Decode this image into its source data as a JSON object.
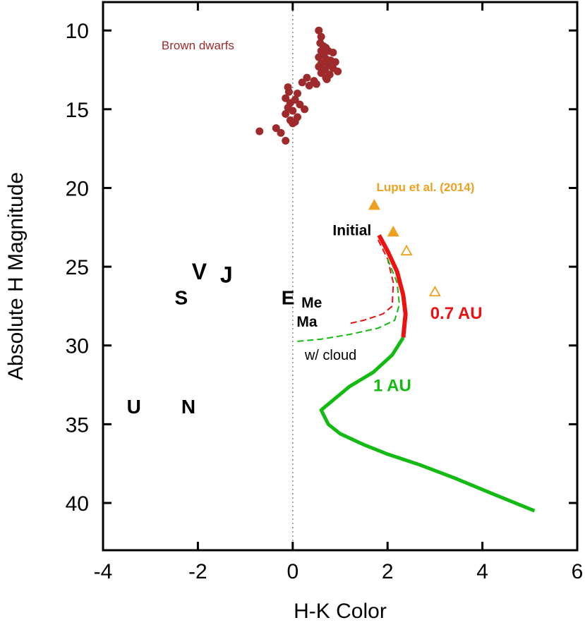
{
  "chart_data": {
    "type": "scatter",
    "xlabel": "H-K Color",
    "ylabel": "Absolute H Magnitude",
    "xlim": [
      -4,
      6
    ],
    "ylim": [
      43,
      8.2
    ],
    "y_inverted": true,
    "grid": false,
    "x_ticks": [
      -4,
      -2,
      0,
      2,
      4,
      6
    ],
    "y_ticks": [
      10,
      15,
      20,
      25,
      30,
      35,
      40
    ],
    "reference_line": {
      "x": 0,
      "style": "dotted",
      "color": "#888888"
    },
    "colors": {
      "brown_dwarfs": "#9e2a2b",
      "lupu": "#f0a020",
      "track_07": "#ee1111",
      "track_1": "#11bb11",
      "text": "#000000"
    },
    "series": [
      {
        "name": "Brown dwarfs",
        "kind": "points",
        "points": [
          [
            0.55,
            10.0
          ],
          [
            0.6,
            10.4
          ],
          [
            0.58,
            10.8
          ],
          [
            0.65,
            11.0
          ],
          [
            0.7,
            11.1
          ],
          [
            0.6,
            11.3
          ],
          [
            0.75,
            11.3
          ],
          [
            0.85,
            11.4
          ],
          [
            0.65,
            11.5
          ],
          [
            0.55,
            11.7
          ],
          [
            0.7,
            11.8
          ],
          [
            0.8,
            11.9
          ],
          [
            0.9,
            12.0
          ],
          [
            0.6,
            12.1
          ],
          [
            0.75,
            12.2
          ],
          [
            0.55,
            12.3
          ],
          [
            0.68,
            12.5
          ],
          [
            0.85,
            12.4
          ],
          [
            0.95,
            12.6
          ],
          [
            0.6,
            12.7
          ],
          [
            0.78,
            12.8
          ],
          [
            0.7,
            13.0
          ],
          [
            0.72,
            13.1
          ],
          [
            0.3,
            13.0
          ],
          [
            0.45,
            13.2
          ],
          [
            0.5,
            13.4
          ],
          [
            0.35,
            13.5
          ],
          [
            0.2,
            13.3
          ],
          [
            -0.1,
            13.6
          ],
          [
            -0.08,
            13.9
          ],
          [
            0.1,
            14.0
          ],
          [
            -0.15,
            14.3
          ],
          [
            0.05,
            14.4
          ],
          [
            -0.05,
            14.6
          ],
          [
            0.15,
            14.7
          ],
          [
            -0.1,
            14.9
          ],
          [
            0.0,
            15.1
          ],
          [
            0.25,
            15.0
          ],
          [
            -0.15,
            15.3
          ],
          [
            0.1,
            15.5
          ],
          [
            -0.05,
            15.7
          ],
          [
            0.05,
            15.8
          ],
          [
            0.0,
            15.9
          ],
          [
            -0.35,
            16.2
          ],
          [
            -0.25,
            16.5
          ],
          [
            -0.7,
            16.4
          ],
          [
            -0.15,
            17.0
          ]
        ]
      },
      {
        "name": "Lupu et al. (2014)",
        "kind": "triangles",
        "filled": [
          [
            1.72,
            21.1
          ],
          [
            2.12,
            22.8
          ]
        ],
        "open": [
          [
            2.4,
            24.0
          ],
          [
            3.0,
            26.6
          ]
        ]
      },
      {
        "name": "0.7 AU",
        "kind": "line",
        "style": "solid",
        "points": [
          [
            1.82,
            23.0
          ],
          [
            2.0,
            24.0
          ],
          [
            2.2,
            25.3
          ],
          [
            2.33,
            26.8
          ],
          [
            2.38,
            28.0
          ],
          [
            2.33,
            29.5
          ]
        ]
      },
      {
        "name": "1 AU",
        "kind": "line",
        "style": "solid",
        "points": [
          [
            2.33,
            29.5
          ],
          [
            2.1,
            30.6
          ],
          [
            1.7,
            31.7
          ],
          [
            1.2,
            32.6
          ],
          [
            0.6,
            34.1
          ],
          [
            0.75,
            35.0
          ],
          [
            1.0,
            35.6
          ],
          [
            1.5,
            36.3
          ],
          [
            2.0,
            36.9
          ],
          [
            2.7,
            37.6
          ],
          [
            3.4,
            38.4
          ],
          [
            4.2,
            39.4
          ],
          [
            5.1,
            40.5
          ]
        ]
      },
      {
        "name": "0.7 AU w/ cloud",
        "kind": "line",
        "style": "dashed",
        "points": [
          [
            1.8,
            23.3
          ],
          [
            2.0,
            24.5
          ],
          [
            2.12,
            26.0
          ],
          [
            2.1,
            27.5
          ],
          [
            1.9,
            28.0
          ],
          [
            1.5,
            28.4
          ],
          [
            1.2,
            28.6
          ]
        ]
      },
      {
        "name": "1 AU w/ cloud",
        "kind": "line",
        "style": "dashed",
        "points": [
          [
            2.0,
            24.5
          ],
          [
            2.2,
            26.0
          ],
          [
            2.25,
            27.4
          ],
          [
            2.15,
            28.4
          ],
          [
            1.8,
            28.9
          ],
          [
            1.2,
            29.3
          ],
          [
            0.6,
            29.6
          ],
          [
            0.05,
            29.75
          ]
        ]
      }
    ],
    "planets": [
      {
        "label": "V",
        "x": -1.97,
        "y": 25.8,
        "size": 32
      },
      {
        "label": "J",
        "x": -1.4,
        "y": 26.0,
        "size": 32
      },
      {
        "label": "S",
        "x": -2.35,
        "y": 27.4,
        "size": 28
      },
      {
        "label": "E",
        "x": -0.1,
        "y": 27.4,
        "size": 28
      },
      {
        "label": "Me",
        "x": 0.4,
        "y": 27.6,
        "size": 21
      },
      {
        "label": "Ma",
        "x": 0.3,
        "y": 28.8,
        "size": 21
      },
      {
        "label": "U",
        "x": -3.35,
        "y": 34.3,
        "size": 28
      },
      {
        "label": "N",
        "x": -2.2,
        "y": 34.3,
        "size": 28
      }
    ],
    "annotations": [
      {
        "id": "brown",
        "text": "Brown dwarfs",
        "x": -2.0,
        "y": 11.2,
        "color": "#9e2a2b",
        "size": 17,
        "bold": false
      },
      {
        "id": "lupu",
        "text": "Lupu et al. (2014)",
        "x": 2.8,
        "y": 20.2,
        "color": "#f0a020",
        "size": 17,
        "bold": true
      },
      {
        "id": "initial",
        "text": "Initial",
        "x": 1.25,
        "y": 23.0,
        "color": "#000000",
        "size": 21,
        "bold": true
      },
      {
        "id": "au07",
        "text": "0.7 AU",
        "x": 3.45,
        "y": 28.3,
        "color": "#ee1111",
        "size": 24,
        "bold": true
      },
      {
        "id": "au1",
        "text": "1 AU",
        "x": 2.1,
        "y": 32.9,
        "color": "#11bb11",
        "size": 24,
        "bold": true
      },
      {
        "id": "cloud",
        "text": "w/ cloud",
        "x": 0.8,
        "y": 30.9,
        "color": "#000000",
        "size": 20,
        "bold": false
      }
    ]
  }
}
